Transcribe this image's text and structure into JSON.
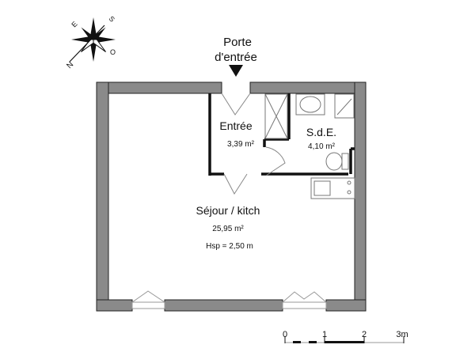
{
  "compass": {
    "n": "N",
    "s": "S",
    "e": "E",
    "o": "O"
  },
  "entrance": {
    "line1": "Porte",
    "line2": "d'entrée"
  },
  "rooms": [
    {
      "name": "Entrée",
      "area": "3,39 m²"
    },
    {
      "name": "S.d.E.",
      "area": "4,10 m²"
    },
    {
      "name": "Séjour / kitch",
      "area": "25,95 m²",
      "height": "Hsp = 2,50 m"
    }
  ],
  "scale": {
    "ticks": [
      "0",
      "1",
      "2",
      "3m"
    ]
  },
  "colors": {
    "wall": "#8a8a8a",
    "wall_outline": "#222222"
  }
}
